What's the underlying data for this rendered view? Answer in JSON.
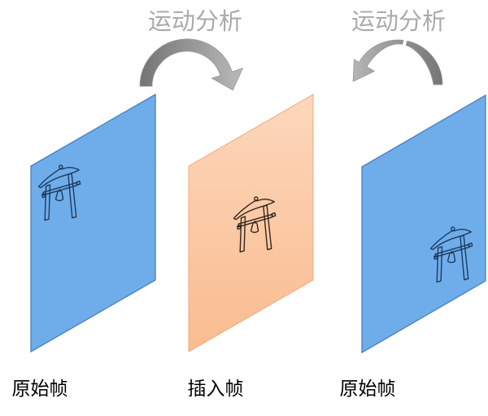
{
  "top_labels": {
    "left": "运动分析",
    "right": "运动分析"
  },
  "frames": {
    "left": {
      "label": "原始帧",
      "type": "original"
    },
    "middle": {
      "label": "插入帧",
      "type": "interpolated"
    },
    "right": {
      "label": "原始帧",
      "type": "original"
    }
  },
  "icons": {
    "frame_content": "temple-gate-with-bell-icon",
    "left_arrow": "curved-arrow-clockwise-icon",
    "right_arrow": "curved-arrow-counterclockwise-icon"
  },
  "colors": {
    "frame_blue": "#6FADEA",
    "frame_blue_border": "#4A7EBE",
    "frame_peach_top": "#FDD7BC",
    "frame_peach_bottom": "#F9BC90",
    "frame_peach_border": "#F2A87A",
    "icon_navy": "#1C3A5E",
    "icon_brown": "#33261C",
    "arrow_dark": "#747474",
    "arrow_light": "#B5B5B5",
    "arrow_outline": "#999999",
    "top_label_gray": "#ABABAB",
    "bottom_label_black": "#000000"
  }
}
